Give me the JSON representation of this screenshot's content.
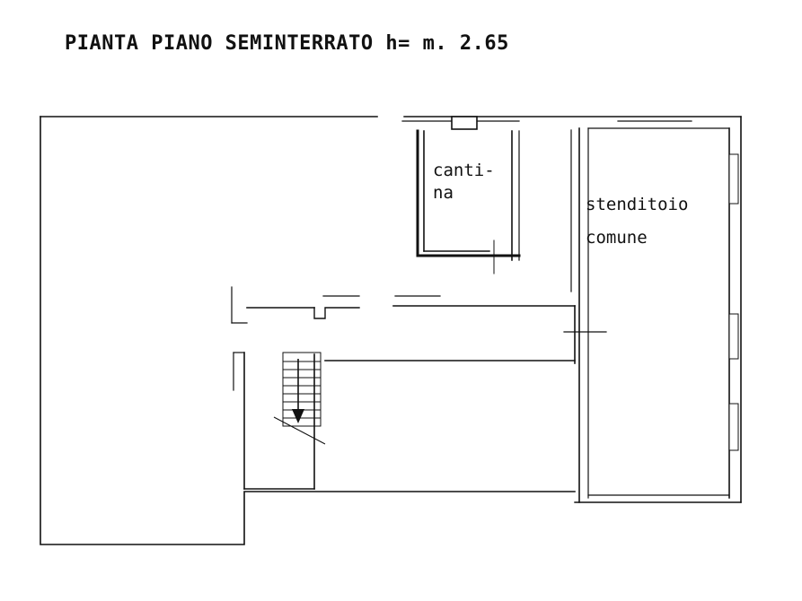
{
  "title": "PIANTA PIANO SEMINTERRATO h= m. 2.65",
  "rooms": {
    "cantina_line1": "canti-",
    "cantina_line2": "na",
    "stenditoio_line1": "stenditoio",
    "stenditoio_line2": "comune"
  },
  "colors": {
    "ink": "#111111",
    "background": "#ffffff"
  }
}
